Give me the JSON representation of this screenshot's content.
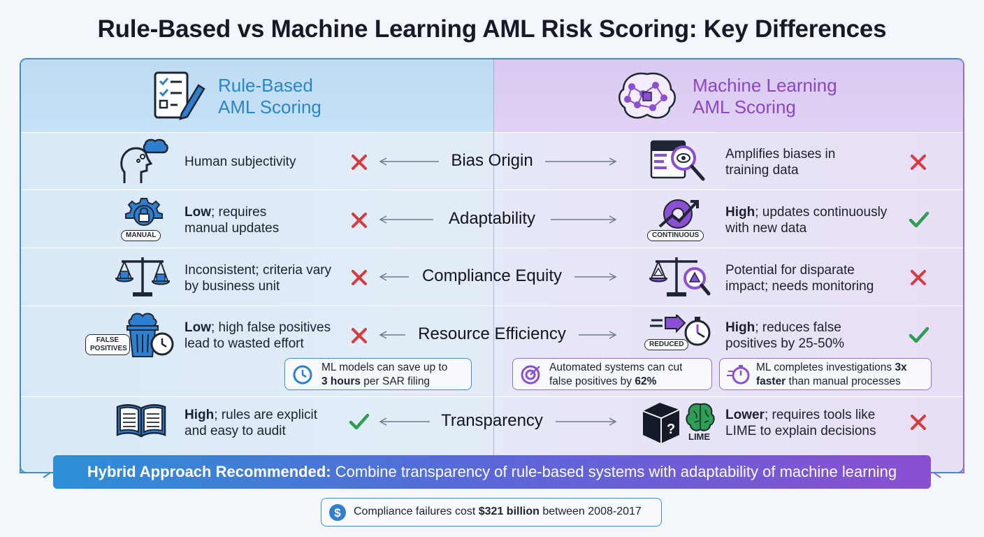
{
  "title": "Rule-Based vs Machine Learning AML Risk Scoring: Key Differences",
  "columns": {
    "left": {
      "line1": "Rule-Based",
      "line2": "AML Scoring",
      "icon": "checklist-pencil-icon",
      "color": "#2b86c9"
    },
    "right": {
      "line1": "Machine Learning",
      "line2": "AML Scoring",
      "icon": "neural-brain-icon",
      "color": "#8b46c4"
    }
  },
  "rows": [
    {
      "label": "Bias Origin",
      "left": {
        "strong": "",
        "text": "Human subjectivity",
        "text2": "",
        "mark": "cross",
        "icon": "thinking-head-icon"
      },
      "right": {
        "strong": "",
        "text": "Amplifies biases in",
        "text2": "training data",
        "mark": "cross",
        "icon": "data-magnifier-icon"
      }
    },
    {
      "label": "Adaptability",
      "left": {
        "strong": "Low",
        "text": "; requires",
        "text2": "manual updates",
        "mark": "cross",
        "icon": "gear-lock-icon",
        "tag": "MANUAL"
      },
      "right": {
        "strong": "High",
        "text": "; updates continuously",
        "text2": "with new data",
        "mark": "check",
        "icon": "gear-trend-icon",
        "tag": "CONTINUOUS"
      }
    },
    {
      "label": "Compliance Equity",
      "left": {
        "strong": "",
        "text": "Inconsistent; criteria vary",
        "text2": "by business unit",
        "mark": "cross",
        "icon": "scales-icon"
      },
      "right": {
        "strong": "",
        "text": "Potential for disparate",
        "text2": "impact; needs monitoring",
        "mark": "cross",
        "icon": "scales-warning-icon"
      }
    },
    {
      "label": "Resource Efficiency",
      "left": {
        "strong": "Low",
        "text": "; high false positives",
        "text2": "lead to wasted effort",
        "mark": "cross",
        "icon": "overflowing-bin-clock-icon",
        "tag": "FALSE POSITIVES"
      },
      "right": {
        "strong": "High",
        "text": "; reduces false",
        "text2": "positives by 25-50%",
        "mark": "check",
        "icon": "fast-stopwatch-icon",
        "tag": "REDUCED"
      }
    },
    {
      "label": "Transparency",
      "left": {
        "strong": "High",
        "text": "; rules are explicit",
        "text2": "and easy to audit",
        "mark": "check",
        "icon": "open-book-icon"
      },
      "right": {
        "strong": "Lower",
        "text": "; requires tools like",
        "text2": "LIME to explain decisions",
        "mark": "cross",
        "icon": "black-box-brain-icon",
        "tag": "LIME"
      }
    }
  ],
  "callouts": [
    {
      "icon": "clock-icon",
      "line1": "ML models can save up to",
      "strong": "3 hours",
      "line2": " per SAR filing"
    },
    {
      "icon": "target-icon",
      "line1": "Automated systems can cut",
      "line2a": "false positives by ",
      "strong": "62%"
    },
    {
      "icon": "stopwatch-icon",
      "line1a": "ML completes investigations ",
      "strong1": "3x",
      "strong2": "faster",
      "line2": " than manual processes"
    }
  ],
  "banner": {
    "strong": "Hybrid Approach Recommended:",
    "text": " Combine transparency of rule-based systems with adaptability of machine learning"
  },
  "footer": {
    "icon": "dollar-icon",
    "text1": "Compliance failures cost ",
    "strong": "$321 billion",
    "text2": " between 2008-2017"
  },
  "colors": {
    "cross": "#d63a3f",
    "check": "#2e9e52",
    "blue": "#2b86c9",
    "purple": "#8b46c4",
    "icon_blue": "#2f7fd1",
    "icon_purple": "#8a4fd2"
  }
}
